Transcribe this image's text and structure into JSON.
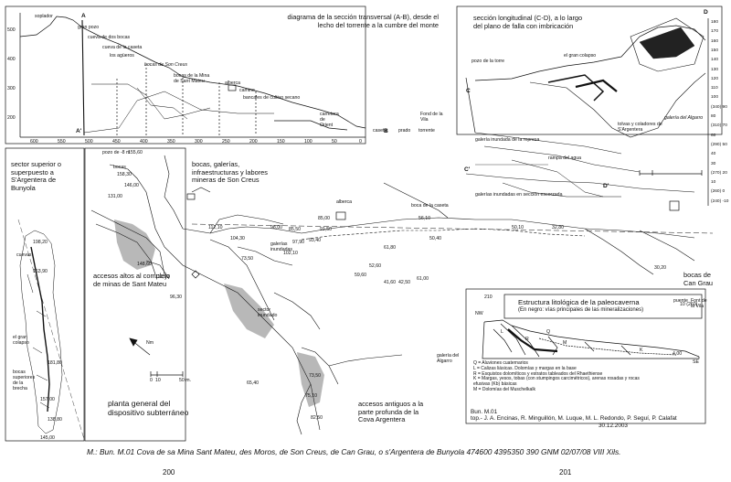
{
  "sections": {
    "transversal": {
      "title": "diagrama de la sección transversal (A-B), desde el lecho del torrente a la cumbre del monte"
    },
    "longitudinal": {
      "title": "sección longitudinal (C-D), a lo largo del plano de falla con imbricación"
    },
    "plan_general": {
      "title": "planta general del dispositivo subterráneo"
    },
    "sector": {
      "title": "sector superior o superpuesto a S'Argentera de Bunyola"
    },
    "bocas_son_creus": {
      "title": "bocas, galerías, infraestructuras y labores mineras de Son Creus"
    },
    "accesos_altos": {
      "title": "accesos altos al complejo de minas de Sant Mateu"
    },
    "accesos_antiguos": {
      "title": "accesos antiguos a la parte profunda de la Cova Argentera"
    },
    "bocas_can_grau": {
      "title": "bocas de Can Grau"
    }
  },
  "labels": {
    "soplador": "soplador",
    "gran_pozo": "gran pozo",
    "cueva_dos_bocas": "cueva de dos bocas",
    "cueva_caseta": "cueva de la caseta",
    "los_aguaros": "los agüeros",
    "bocas_son_creus": "bocas de Son Creus",
    "bocas_mina": "bocas de la Mina de Sant Mateu",
    "alberca": "alberca",
    "camino": "camino",
    "bancales": "bancales de cultivo secano",
    "carretera": "carretera de Orient",
    "fondo_vila": "Fond de la Vila",
    "caseta": "caseta",
    "prado": "prado",
    "torrente": "torrente",
    "pozo_torre": "pozo de la torre",
    "gran_colapso": "el gran colapso",
    "galeria_algarro": "galería del Algarro",
    "tolvas": "tolvas y coladores de S'Argentera",
    "galeria_inundada": "galería inundada de la represa",
    "rampa_agua": "rampa del agua",
    "galerias_inundadas": "galerías inundadas en sección escorzada",
    "cuevas": "cuevas",
    "el_gran_colapso": "el gran colapso",
    "bocas_superiores": "bocas superiores de la brecha",
    "pozo_15": "pozo de -8 m",
    "bocas_2": "bocas",
    "galerias_inundadas_2": "galerías inundadas",
    "sector_inundado": "sector inundado",
    "galeria_algarro_2": "galería del Algarro",
    "boca_caseta": "boca de la caseta",
    "alberca_2": "alberca",
    "puente": "puente",
    "font_vila": "Font de la Vila",
    "nm": "Nm"
  },
  "letters": {
    "A": "A",
    "A2": "A'",
    "B": "B",
    "C": "C",
    "C2": "C'",
    "D": "D",
    "D2": "D'"
  },
  "axis_transversal": [
    "600",
    "550",
    "500",
    "450",
    "400",
    "350",
    "300",
    "250",
    "200",
    "150",
    "100",
    "50",
    "0"
  ],
  "axis_transversal_y": [
    "500",
    "400",
    "300",
    "200"
  ],
  "axis_longitudinal": [
    "180",
    "170",
    "160",
    "150",
    "140",
    "130",
    "120",
    "110",
    "100",
    "(340) 90",
    "80",
    "(310) 70",
    "60",
    "(290) 50",
    "40",
    "30",
    "(270) 20",
    "10",
    "(260) 0",
    "(240) -10"
  ],
  "depths": [
    "155,60",
    "158,30",
    "146,00",
    "131,00",
    "112,10",
    "104,30",
    "98,00",
    "85,50",
    "85,00",
    "91,50",
    "93,40",
    "97,90",
    "102,10",
    "73,50",
    "56,10",
    "50,40",
    "61,80",
    "52,60",
    "59,60",
    "41,60",
    "42,50",
    "61,00",
    "50,10",
    "32,80",
    "30,20",
    "4,00",
    "10 (260)",
    "198,20",
    "163,90",
    "181,80",
    "157,00",
    "138,80",
    "145,00",
    "148,60",
    "111,60",
    "96,30",
    "65,40",
    "73,50",
    "75,10",
    "82,50"
  ],
  "scale": {
    "zero": "0",
    "ten": "10",
    "fifty": "50 m."
  },
  "legend": {
    "title": "Estructura litológica de la paleocaverna",
    "subtitle": "(En negro: vías principales de las mineralizaciones)",
    "items": [
      "Q = Aluviones cuaternarios",
      "L = Calizas liásicas. Dolomías y margas en la base",
      "R = Esquistos dolomíticos y estratos tableados del Rhaethiense",
      "K = Margas, yesos, tobas (con stumpingos carcimétricos), arenas rosadas y rocas efusivas (Kb) básicas",
      "M = Dolomías del Muschelkalk"
    ],
    "letters": [
      "Q",
      "L",
      "R",
      "K",
      "M",
      "NW",
      "SE"
    ],
    "elev": "210"
  },
  "credit": {
    "code": "Bun. M.01",
    "authors": "top.- J. A. Encinas, R. Minguillón, M. Luque, M. L. Redondo, P. Seguí, P. Calafat",
    "date": "30.12.2003"
  },
  "caption": "M.: Bun. M.01 Cova de sa Mina Sant Mateu, des Moros, de Son Creus, de Can Grau, o s'Argentera de Bunyola 474600 4395350 390 GNM 02/07/08 VIII Xils.",
  "page_left": "200",
  "page_right": "201"
}
